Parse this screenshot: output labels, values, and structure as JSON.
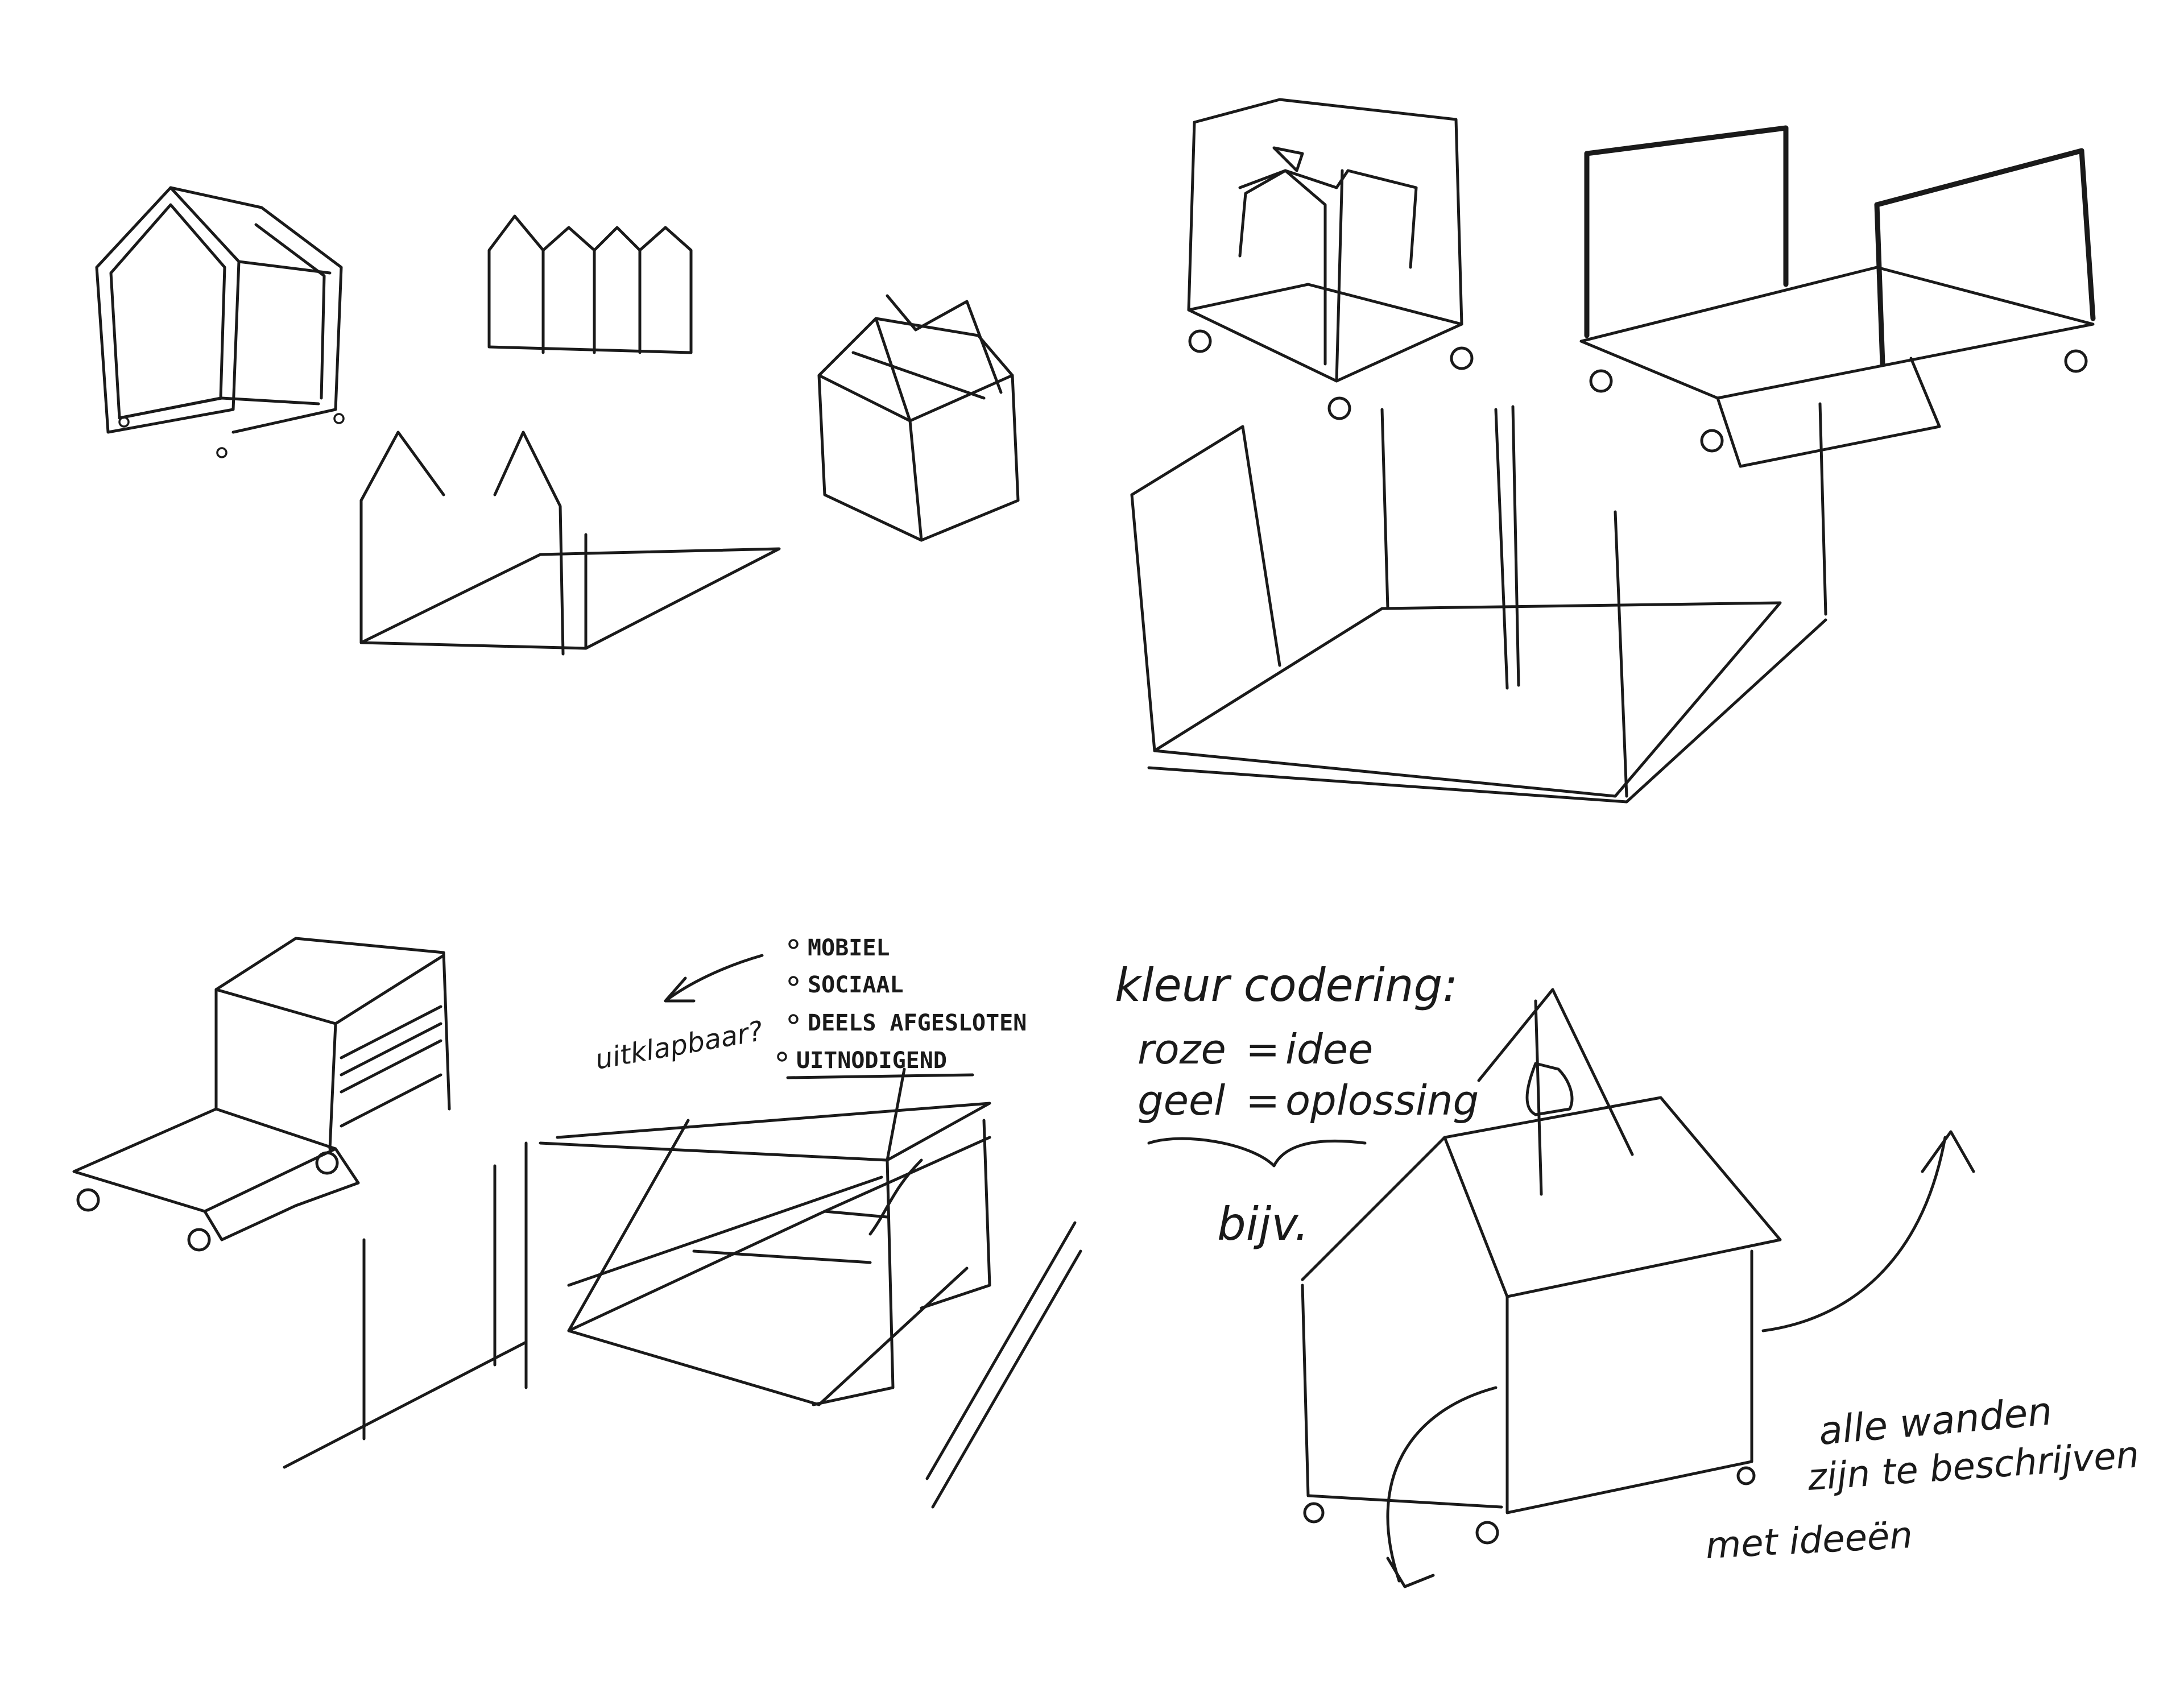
{
  "features": {
    "items": [
      "MOBIEL",
      "SOCIAAL",
      "DEELS AFGESLOTEN",
      "UITNODIGEND"
    ],
    "side_note": "uitklapbaar?"
  },
  "color_coding": {
    "title": "kleur codering:",
    "rows": [
      {
        "color": "roze",
        "meaning": "idee"
      },
      {
        "color": "geel",
        "meaning": "oplossing"
      }
    ],
    "abbrev": "bijv."
  },
  "wall_note": {
    "lines": [
      "alle wanden",
      "zijn te beschrijven",
      "met ideeën"
    ]
  },
  "ink_color": "#1a1a1a"
}
